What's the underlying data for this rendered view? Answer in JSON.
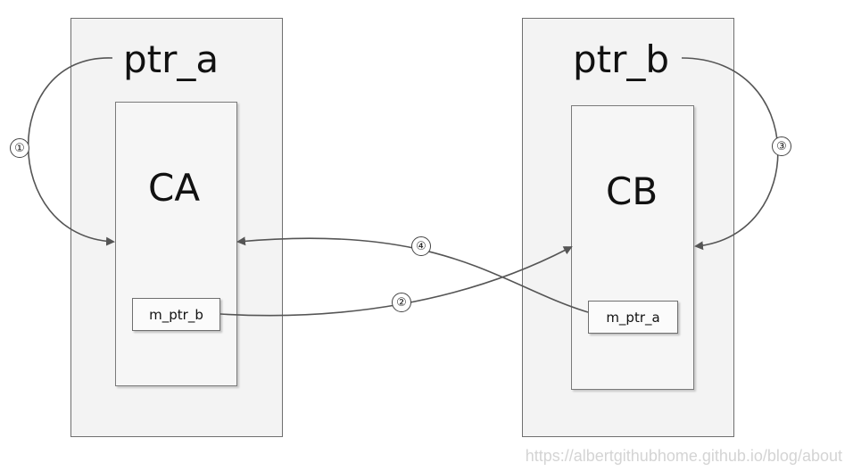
{
  "diagram": {
    "left": {
      "pointer_label": "ptr_a",
      "class_label": "CA",
      "member_label": "m_ptr_b"
    },
    "right": {
      "pointer_label": "ptr_b",
      "class_label": "CB",
      "member_label": "m_ptr_a"
    },
    "arrows": [
      {
        "number": "①",
        "from": "ptr_a",
        "to": "CA"
      },
      {
        "number": "②",
        "from": "m_ptr_b",
        "to": "CB"
      },
      {
        "number": "③",
        "from": "ptr_b",
        "to": "CB"
      },
      {
        "number": "④",
        "from": "m_ptr_a",
        "to": "CA"
      }
    ],
    "colors": {
      "line": "#555555",
      "box_fill": "#f3f3f3",
      "border": "#6f6f6f"
    }
  },
  "watermark": "https://albertgithubhome.github.io/blog/about"
}
